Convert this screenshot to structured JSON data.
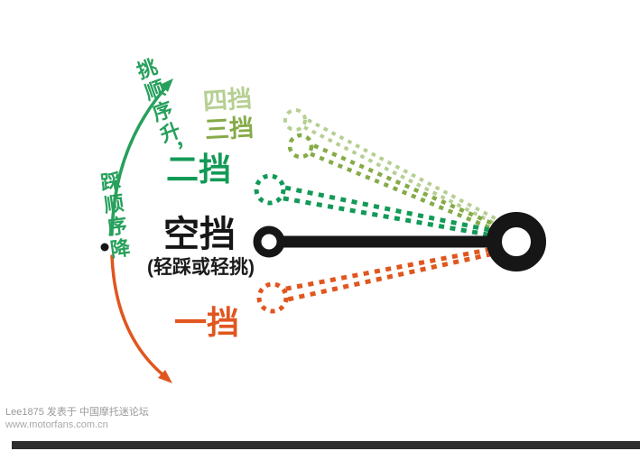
{
  "labels": {
    "gear4": "四挡",
    "gear3": "三挡",
    "gear2": "二挡",
    "neutral": "空挡",
    "neutral_note": "(轻踩或轻挑)",
    "gear1": "一挡"
  },
  "side_note": {
    "line1": "挑顺序升，",
    "line2": "踩顺序降"
  },
  "watermark": {
    "line1": "Lee1875 发表于 中国摩托迷论坛",
    "line2": "www.motorfans.com.cn"
  },
  "colors": {
    "gear4": "#b6cf92",
    "gear3": "#85ab48",
    "gear2": "#129a57",
    "neutral": "#161616",
    "gear1": "#e0561f",
    "arrow_up": "#27a05c",
    "arrow_down": "#e0561f"
  }
}
